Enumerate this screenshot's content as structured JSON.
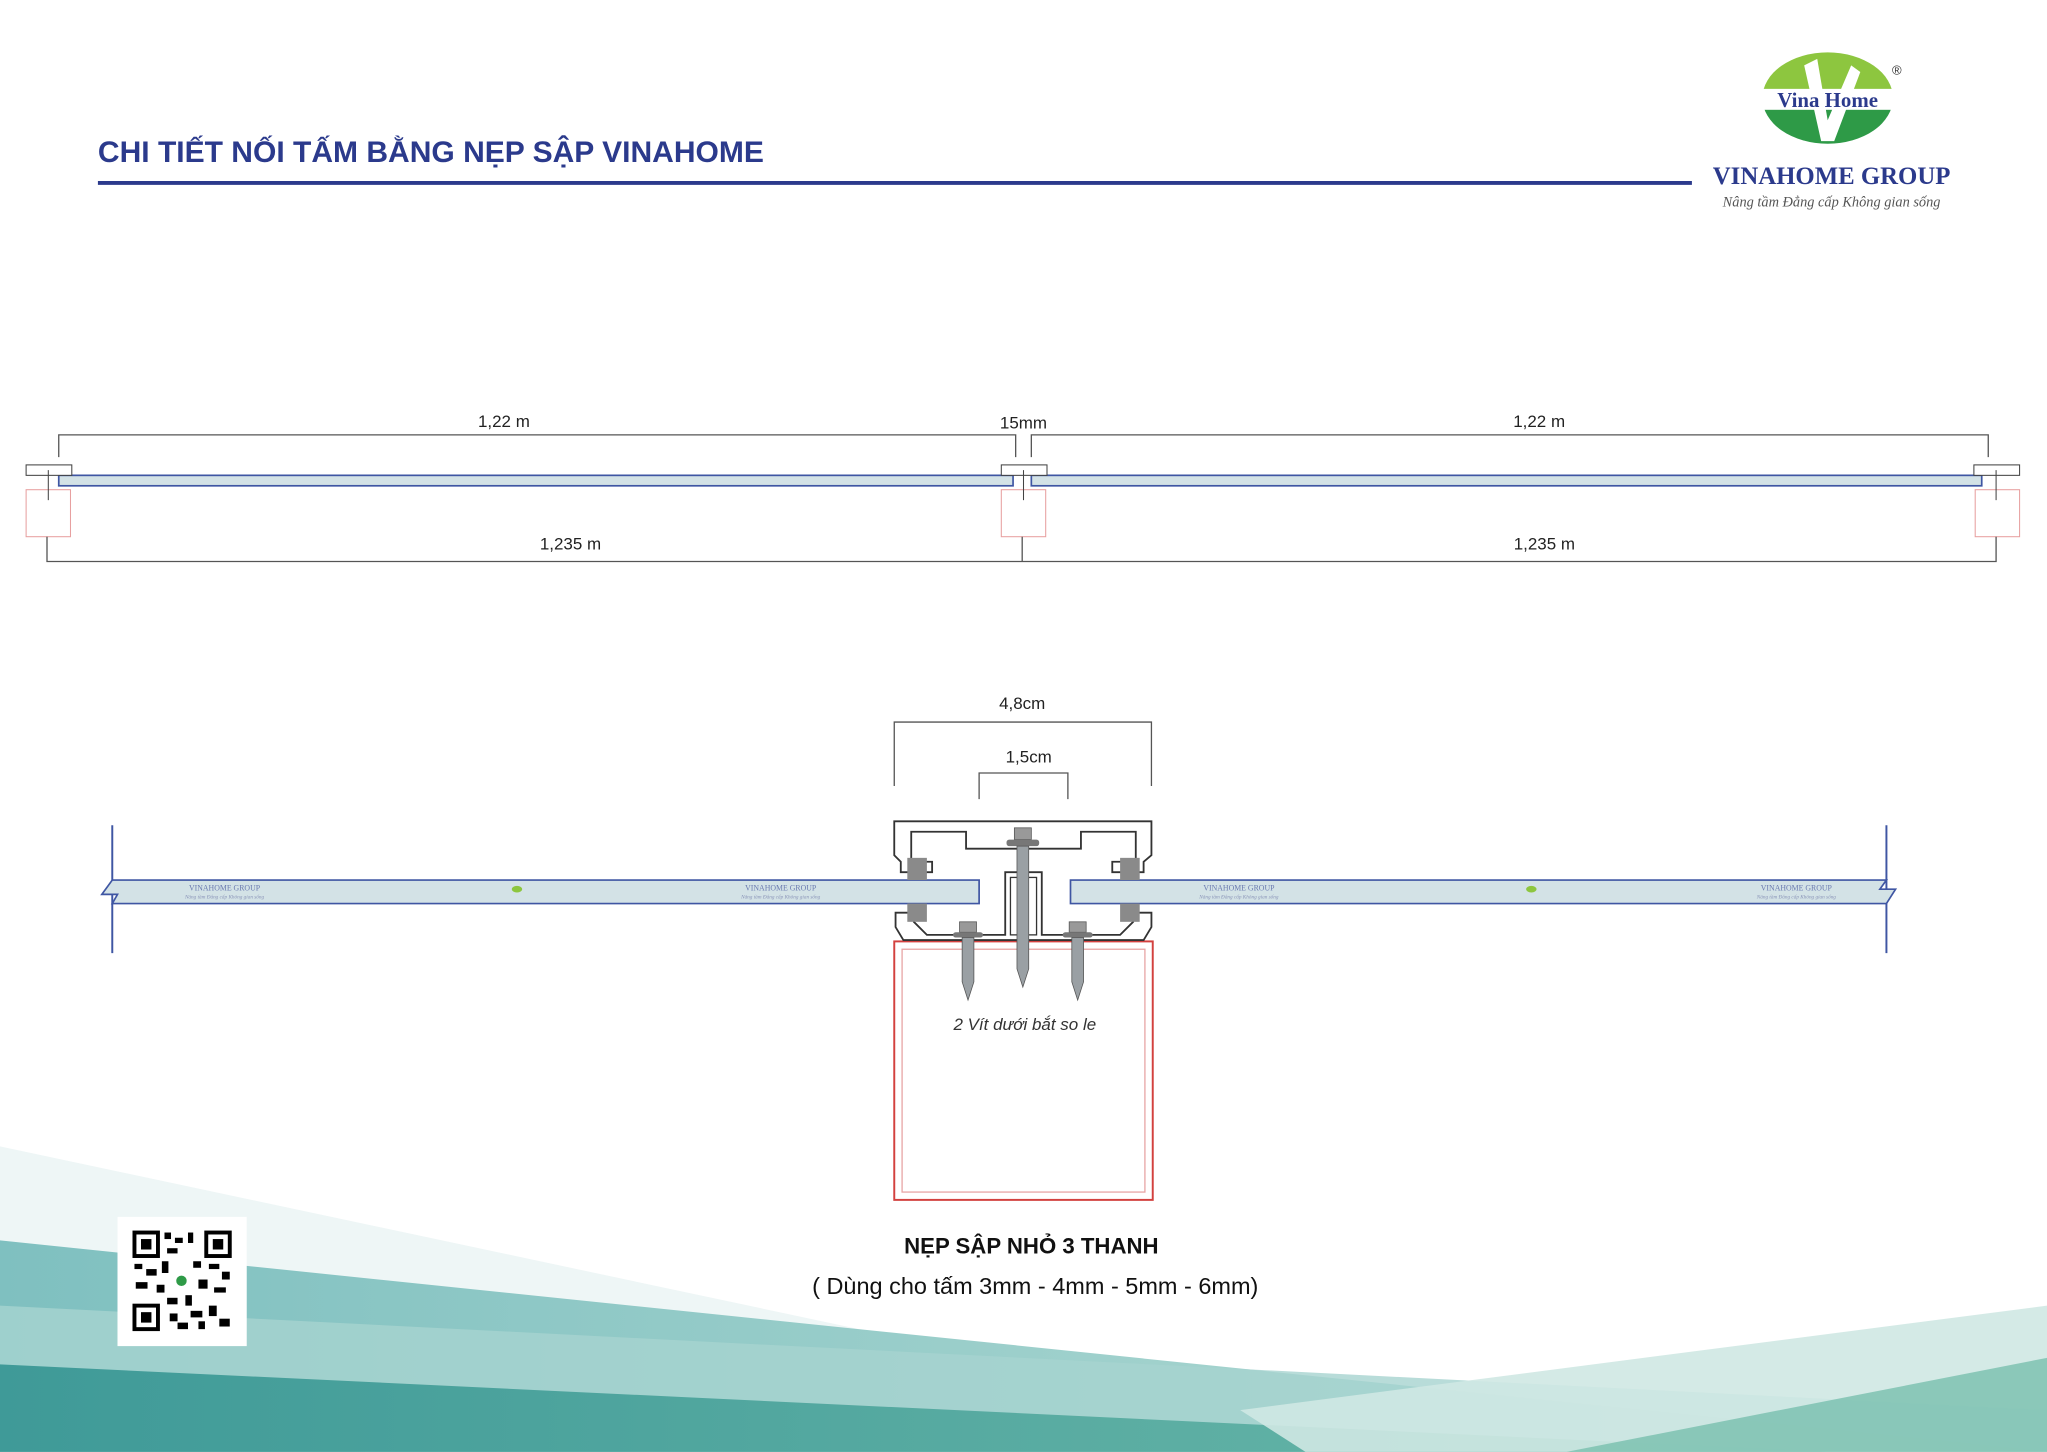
{
  "header": {
    "title": "CHI TIẾT NỐI TẤM BẰNG NẸP SẬP VINAHOME",
    "accent_color": "#2b3a8c"
  },
  "logo": {
    "mark_text": "Vina Home",
    "registered": "®",
    "company": "VINAHOME GROUP",
    "tagline": "Nâng tầm Đẳng cấp Không gian sống",
    "green_light": "#8dc63f",
    "green_dark": "#2e9a47"
  },
  "overview": {
    "panel_width_left": "1,22 m",
    "gap": "15mm",
    "panel_width_right": "1,22 m",
    "span_left": "1,235 m",
    "span_right": "1,235 m"
  },
  "detail": {
    "outer_width": "4,8cm",
    "inner_width": "1,5cm",
    "screw_note": "2 Vít dưới bắt so le",
    "watermark_company": "VINAHOME GROUP",
    "watermark_tagline": "Nâng tầm Đẳng cấp Không gian sống"
  },
  "caption": {
    "title": "NẸP SẬP NHỎ 3 THANH",
    "subtitle": "( Dùng cho tấm  3mm - 4mm - 5mm - 6mm)"
  },
  "qr": {
    "icon": "qr-code-icon"
  }
}
